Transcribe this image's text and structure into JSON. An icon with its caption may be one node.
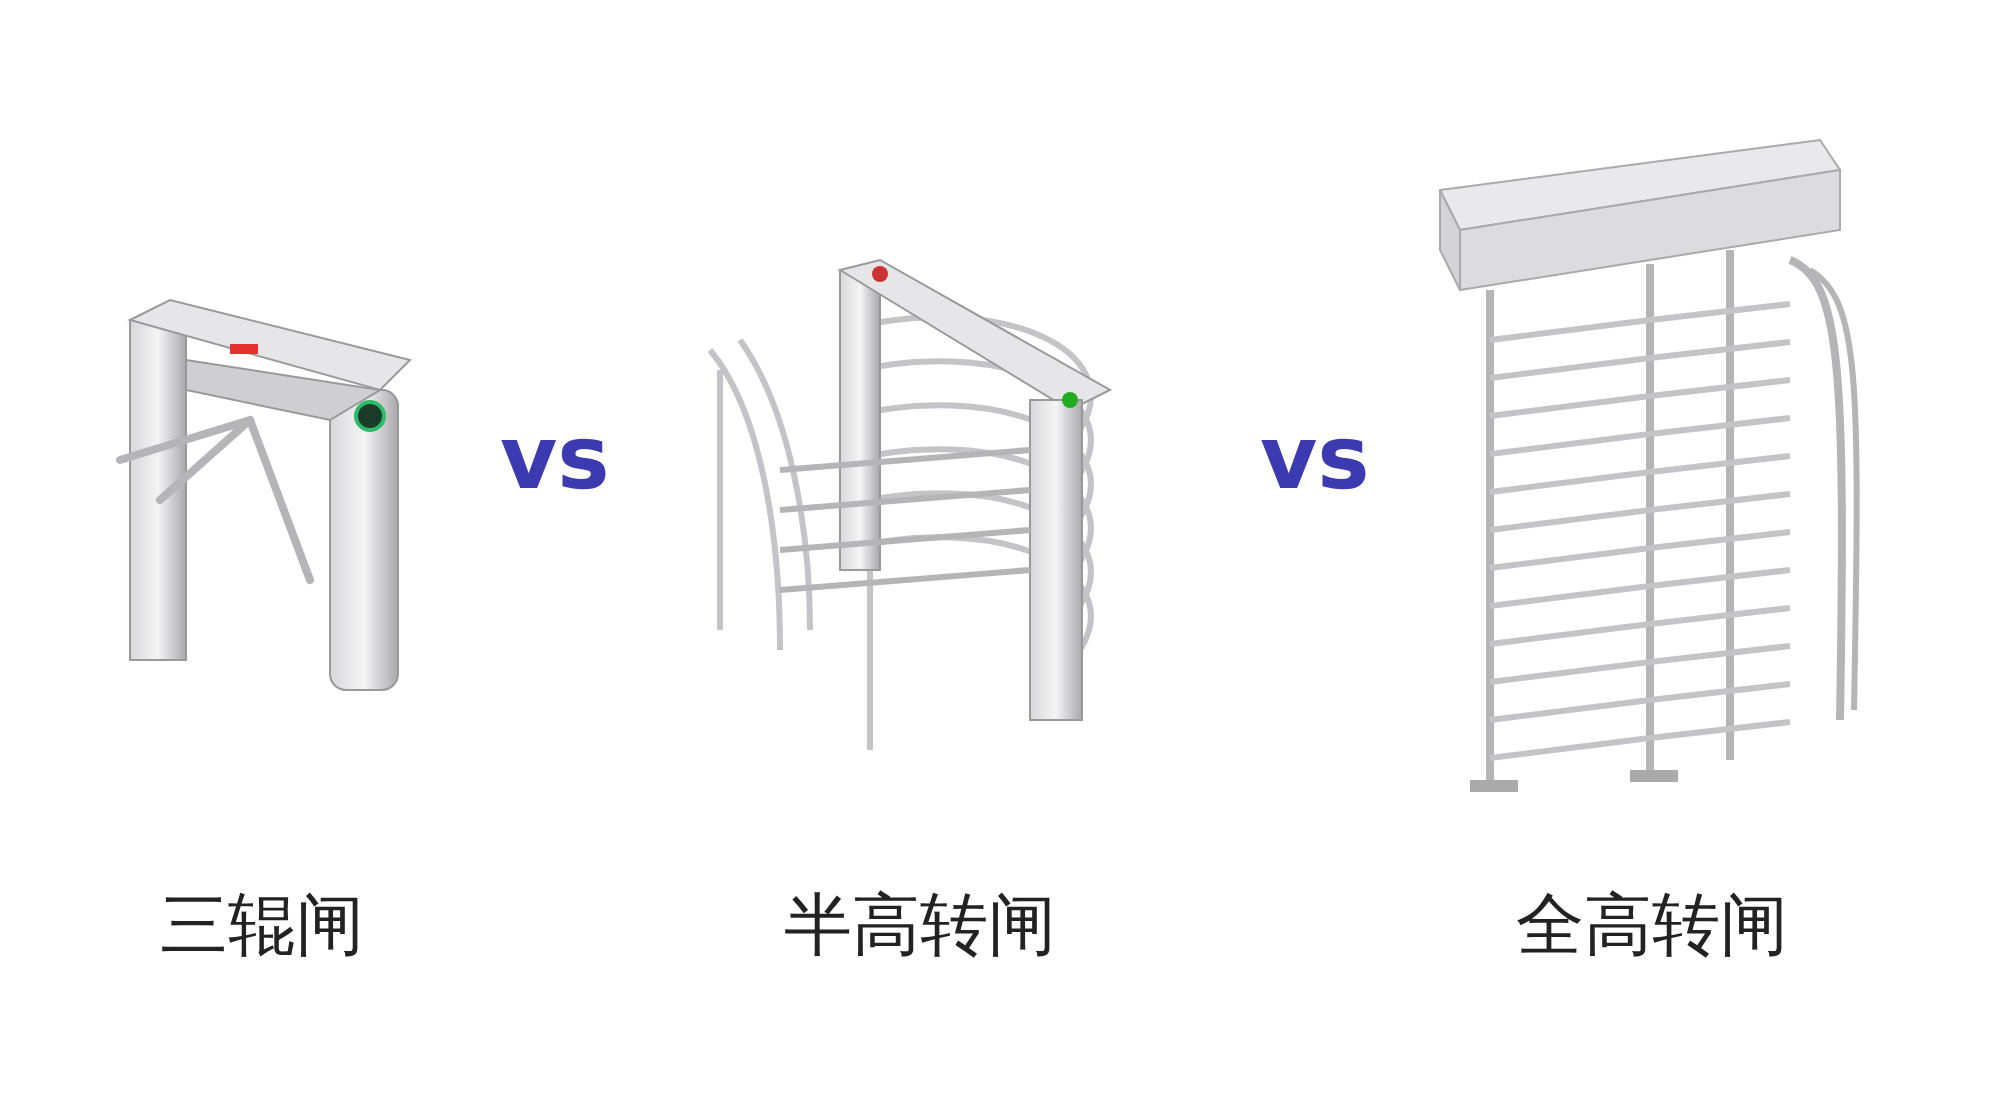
{
  "diagram": {
    "nodes": [
      {
        "text": [],
        "shape": "picture",
        "beside": [
          "三辊闸"
        ]
      },
      {
        "text": [],
        "shape": "picture",
        "beside": [
          "半高转闸"
        ]
      },
      {
        "text": [],
        "shape": "picture",
        "beside": [
          "全高转闸"
        ]
      }
    ],
    "labels": [
      "vs",
      "vs"
    ]
  }
}
